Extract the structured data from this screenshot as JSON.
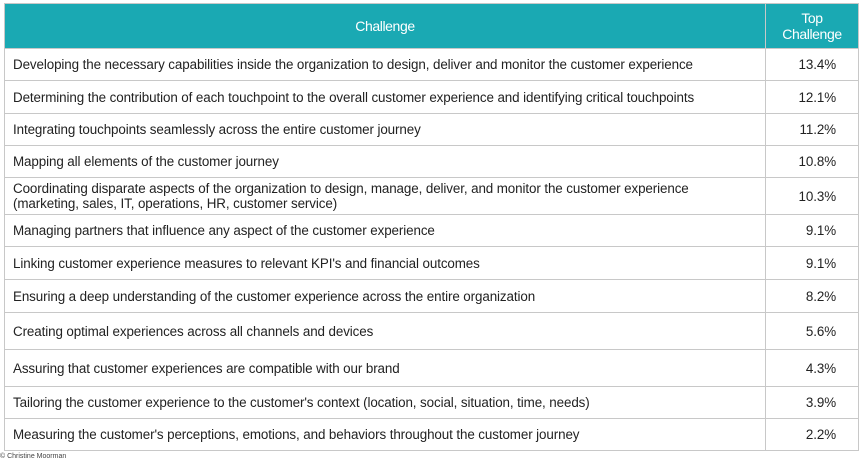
{
  "chart_data": {
    "type": "table",
    "columns": [
      "Challenge",
      "Top\nChallenge"
    ],
    "rows": [
      {
        "challenge": "Developing the necessary capabilities inside the organization to design, deliver and monitor the customer experience",
        "value": "13.4%"
      },
      {
        "challenge": "Determining the contribution of each touchpoint to the overall customer experience and identifying critical touchpoints",
        "value": "12.1%"
      },
      {
        "challenge": "Integrating touchpoints seamlessly across the entire customer journey",
        "value": "11.2%"
      },
      {
        "challenge": "Mapping all elements of the customer journey",
        "value": "10.8%"
      },
      {
        "challenge": "Coordinating disparate aspects of the organization to design, manage, deliver, and monitor the customer experience (marketing, sales, IT, operations, HR, customer service)",
        "value": "10.3%"
      },
      {
        "challenge": "Managing partners that influence any aspect of the customer experience",
        "value": "9.1%"
      },
      {
        "challenge": "Linking customer experience measures to relevant KPI's and financial outcomes",
        "value": "9.1%"
      },
      {
        "challenge": "Ensuring a deep understanding of the customer experience across the entire organization",
        "value": "8.2%"
      },
      {
        "challenge": "Creating optimal experiences across all channels and devices",
        "value": "5.6%"
      },
      {
        "challenge": "Assuring that customer experiences are compatible with our brand",
        "value": "4.3%"
      },
      {
        "challenge": "Tailoring the customer experience to the customer's context (location, social, situation, time, needs)",
        "value": "3.9%"
      },
      {
        "challenge": "Measuring the customer's perceptions, emotions, and behaviors throughout the customer journey",
        "value": "2.2%"
      }
    ]
  },
  "footer": "© Christine Moorman",
  "colors": {
    "header_bg": "#1aa9b3",
    "header_text": "#ffffff",
    "border": "#c8c8c8"
  }
}
